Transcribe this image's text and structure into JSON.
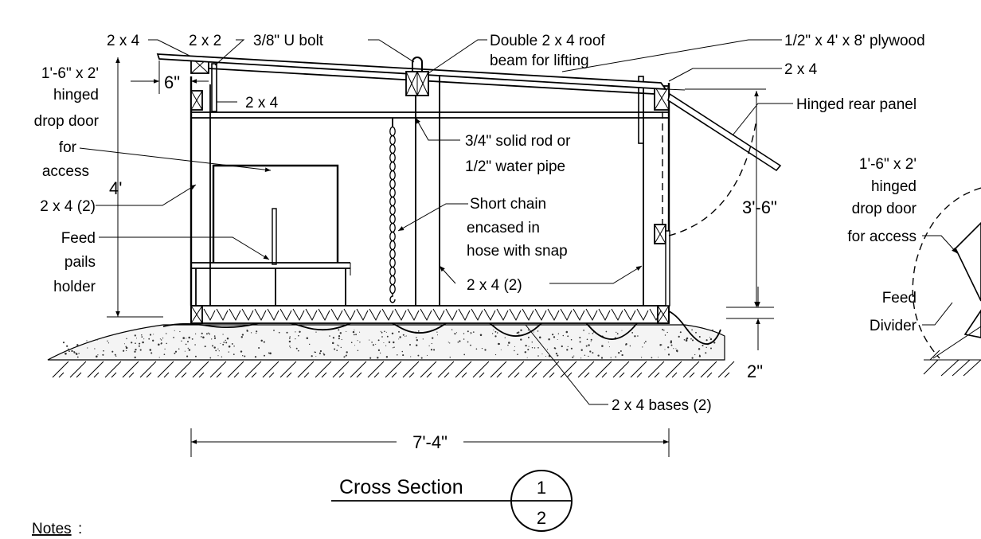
{
  "labels": {
    "stud_2x4_top": "2 x 4",
    "stud_2x2": "2 x 2",
    "u_bolt": "3/8\" U bolt",
    "roof_beam_line1": "Double 2 x 4 roof",
    "roof_beam_line2": "beam for lifting",
    "plywood": "1/2\" x 4' x 8' plywood",
    "rear_2x4": "2 x 4",
    "hinged_rear_panel": "Hinged rear panel",
    "front_door_line1": "1'-6\" x 2'",
    "front_door_line2": "hinged",
    "front_door_line3": "drop door",
    "front_door_line4": "for",
    "front_door_line5": "access",
    "front_2x4": "2 x 4",
    "rod_line1": "3/4\" solid rod or",
    "rod_line2": "1/2\" water pipe",
    "chain_line1": "Short chain",
    "chain_line2": "encased in",
    "chain_line3": "hose with snap",
    "post_2x4_left": "2 x 4 (2)",
    "post_2x4_center": "2 x 4 (2)",
    "feed_holder_line1": "Feed",
    "feed_holder_line2": "pails",
    "feed_holder_line3": "holder",
    "bases": "2 x 4 bases (2)",
    "side_door_line1": "1'-6\" x 2'",
    "side_door_line2": "hinged",
    "side_door_line3": "drop door",
    "side_door_line4": "for access",
    "feed_divider_line1": "Feed",
    "feed_divider_line2": "Divider"
  },
  "dimensions": {
    "overhang": "6\"",
    "height_front": "4'",
    "height_rear": "3'-6\"",
    "base_height": "2\"",
    "length": "7'-4\""
  },
  "section": {
    "title": "Cross Section",
    "number": "1",
    "sheet": "2"
  },
  "notes": {
    "heading": "Notes",
    "colon": ":"
  }
}
